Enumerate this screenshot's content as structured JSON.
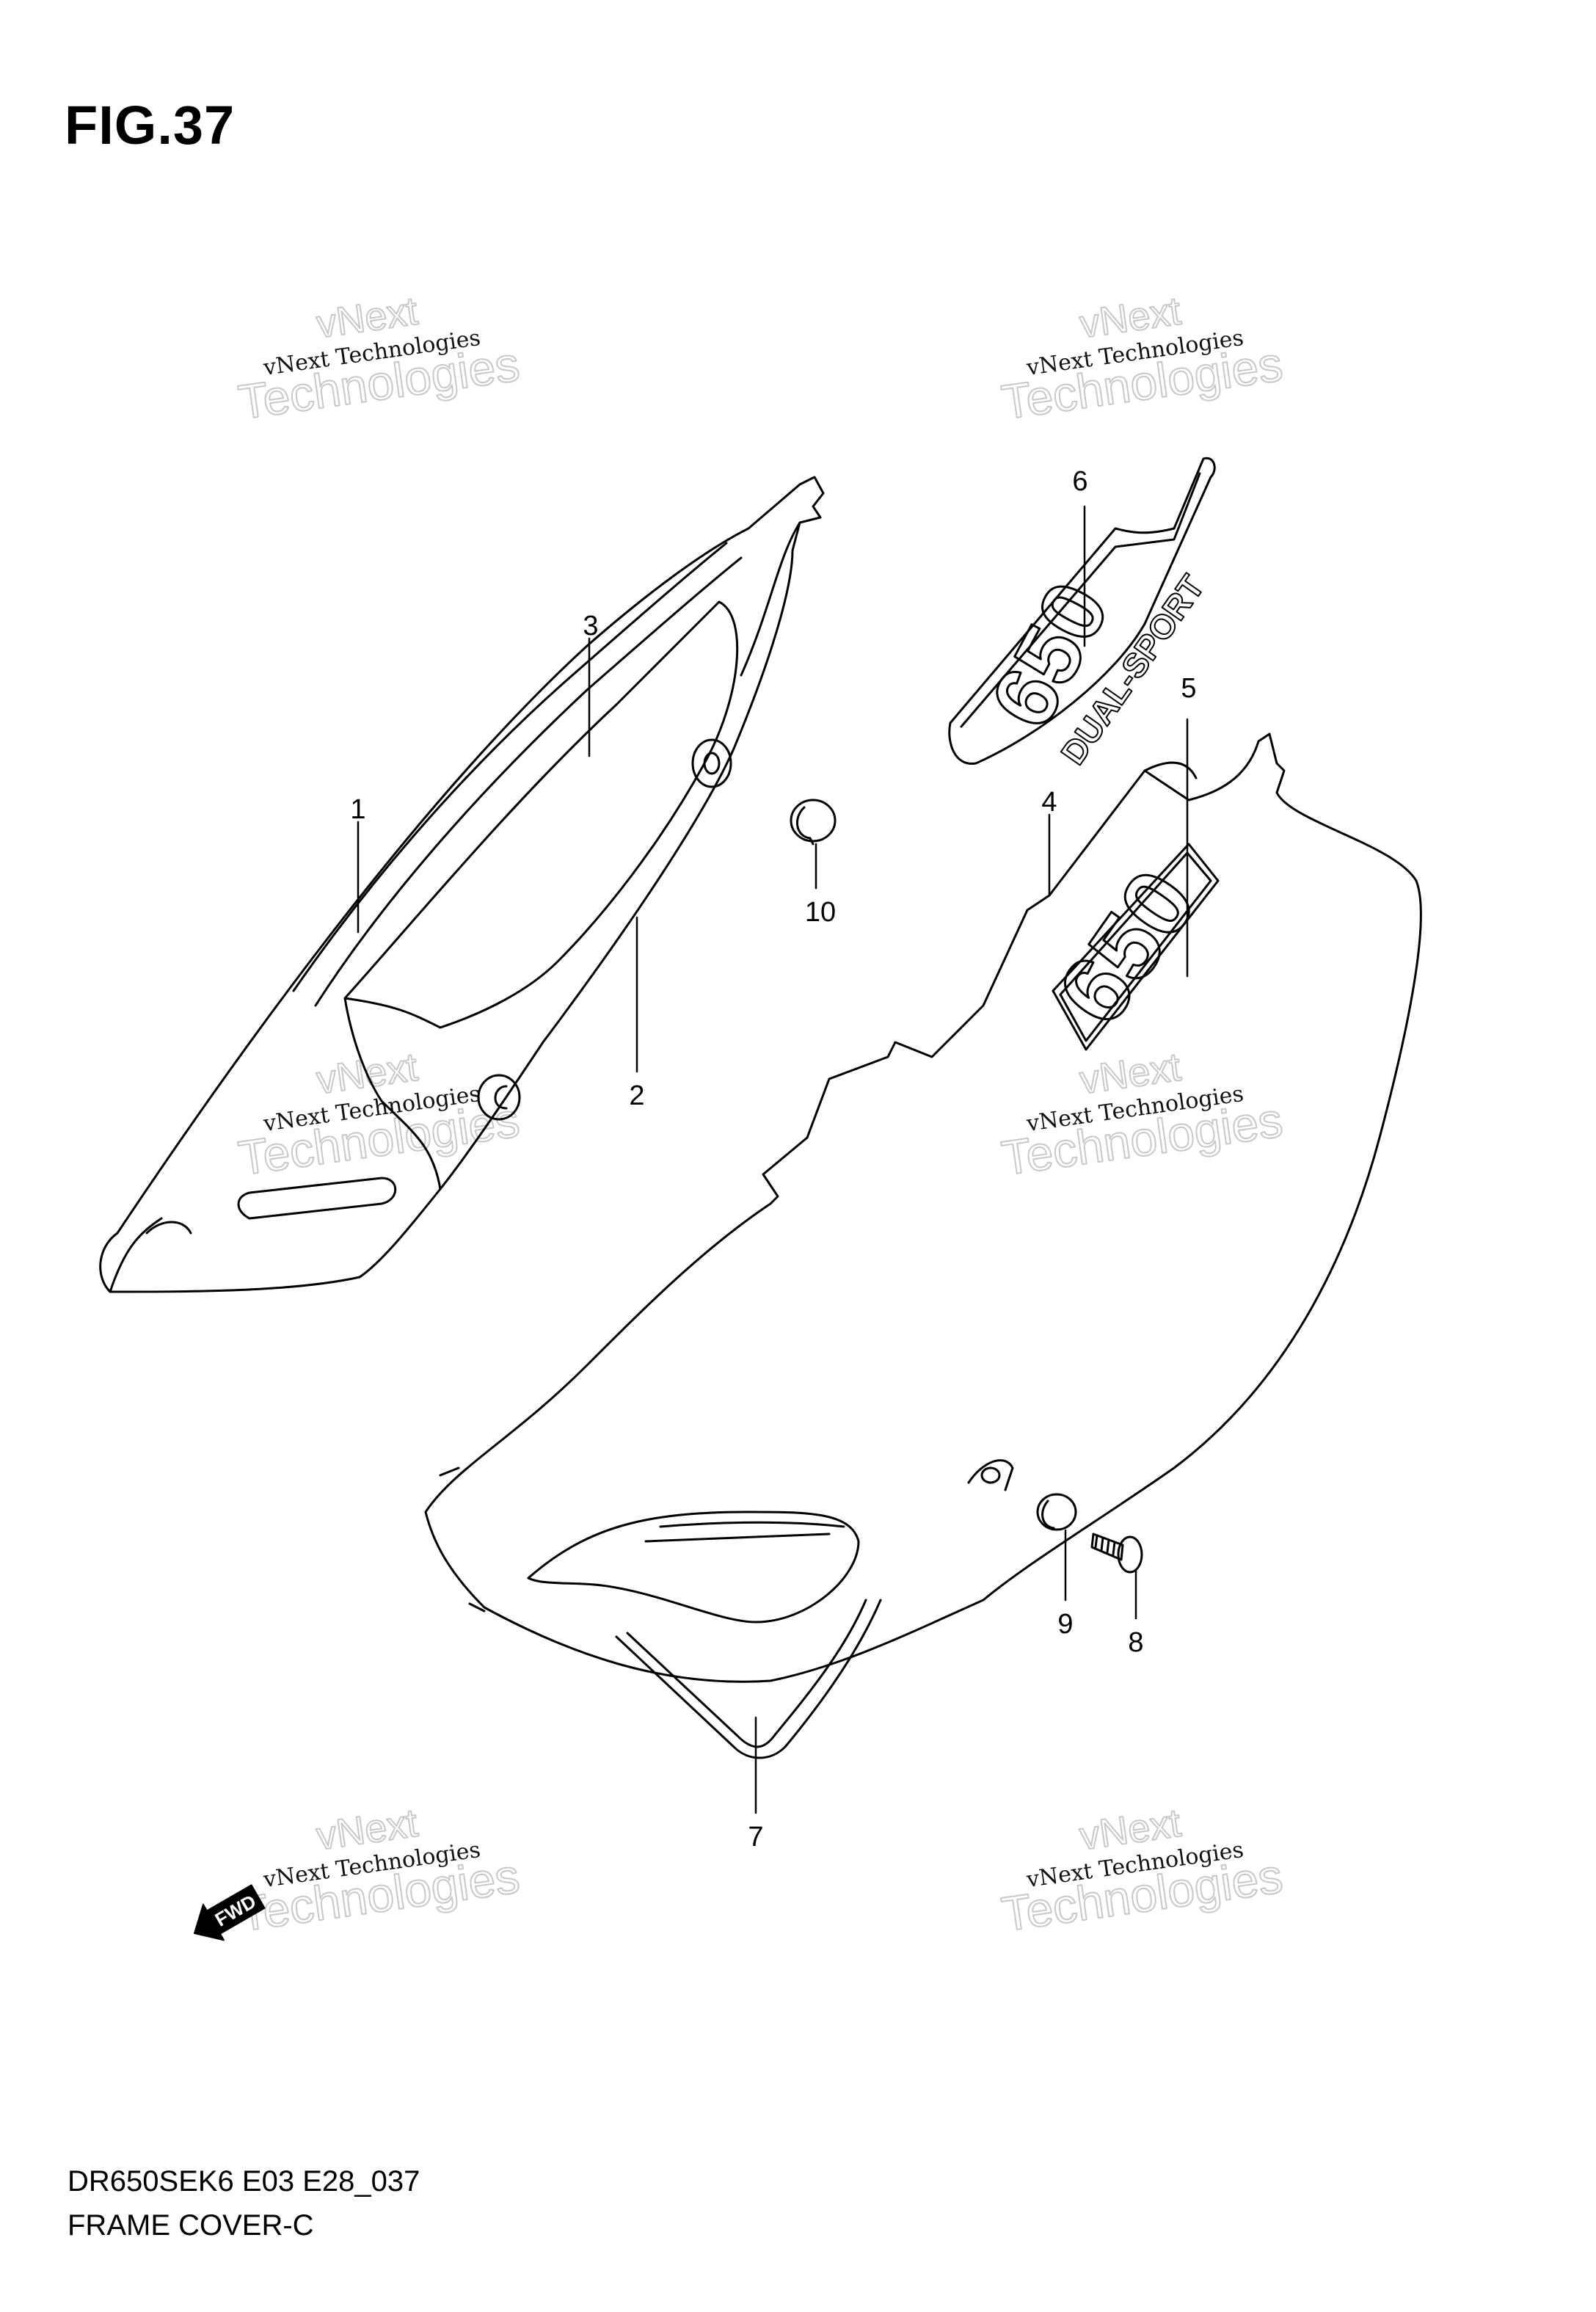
{
  "figure": {
    "title": "FIG.37"
  },
  "footer": {
    "code": "DR650SEK6 E03 E28_037",
    "name": "FRAME COVER-C"
  },
  "callouts": [
    "1",
    "2",
    "3",
    "4",
    "5",
    "6",
    "7",
    "8",
    "9",
    "10"
  ],
  "watermark": {
    "small": "vNext Technologies",
    "large_top": "vNext",
    "large_bottom": "Technologies"
  },
  "fwd_label": "FWD",
  "decals": {
    "emblem_number": "650",
    "emblem_text": "DUAL-SPORT"
  }
}
